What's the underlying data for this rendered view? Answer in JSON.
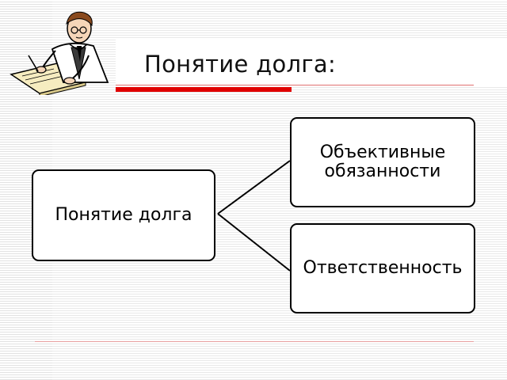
{
  "title": "Понятие долга:",
  "diagram": {
    "root": {
      "label": "Понятие долга"
    },
    "children": [
      {
        "label": "Объективные обязанности"
      },
      {
        "label": "Ответственность"
      }
    ]
  },
  "colors": {
    "accent_red": "#e00000",
    "box_border": "#000000",
    "text": "#111111"
  },
  "icons": {
    "illustration": "scholar-writing-icon"
  }
}
